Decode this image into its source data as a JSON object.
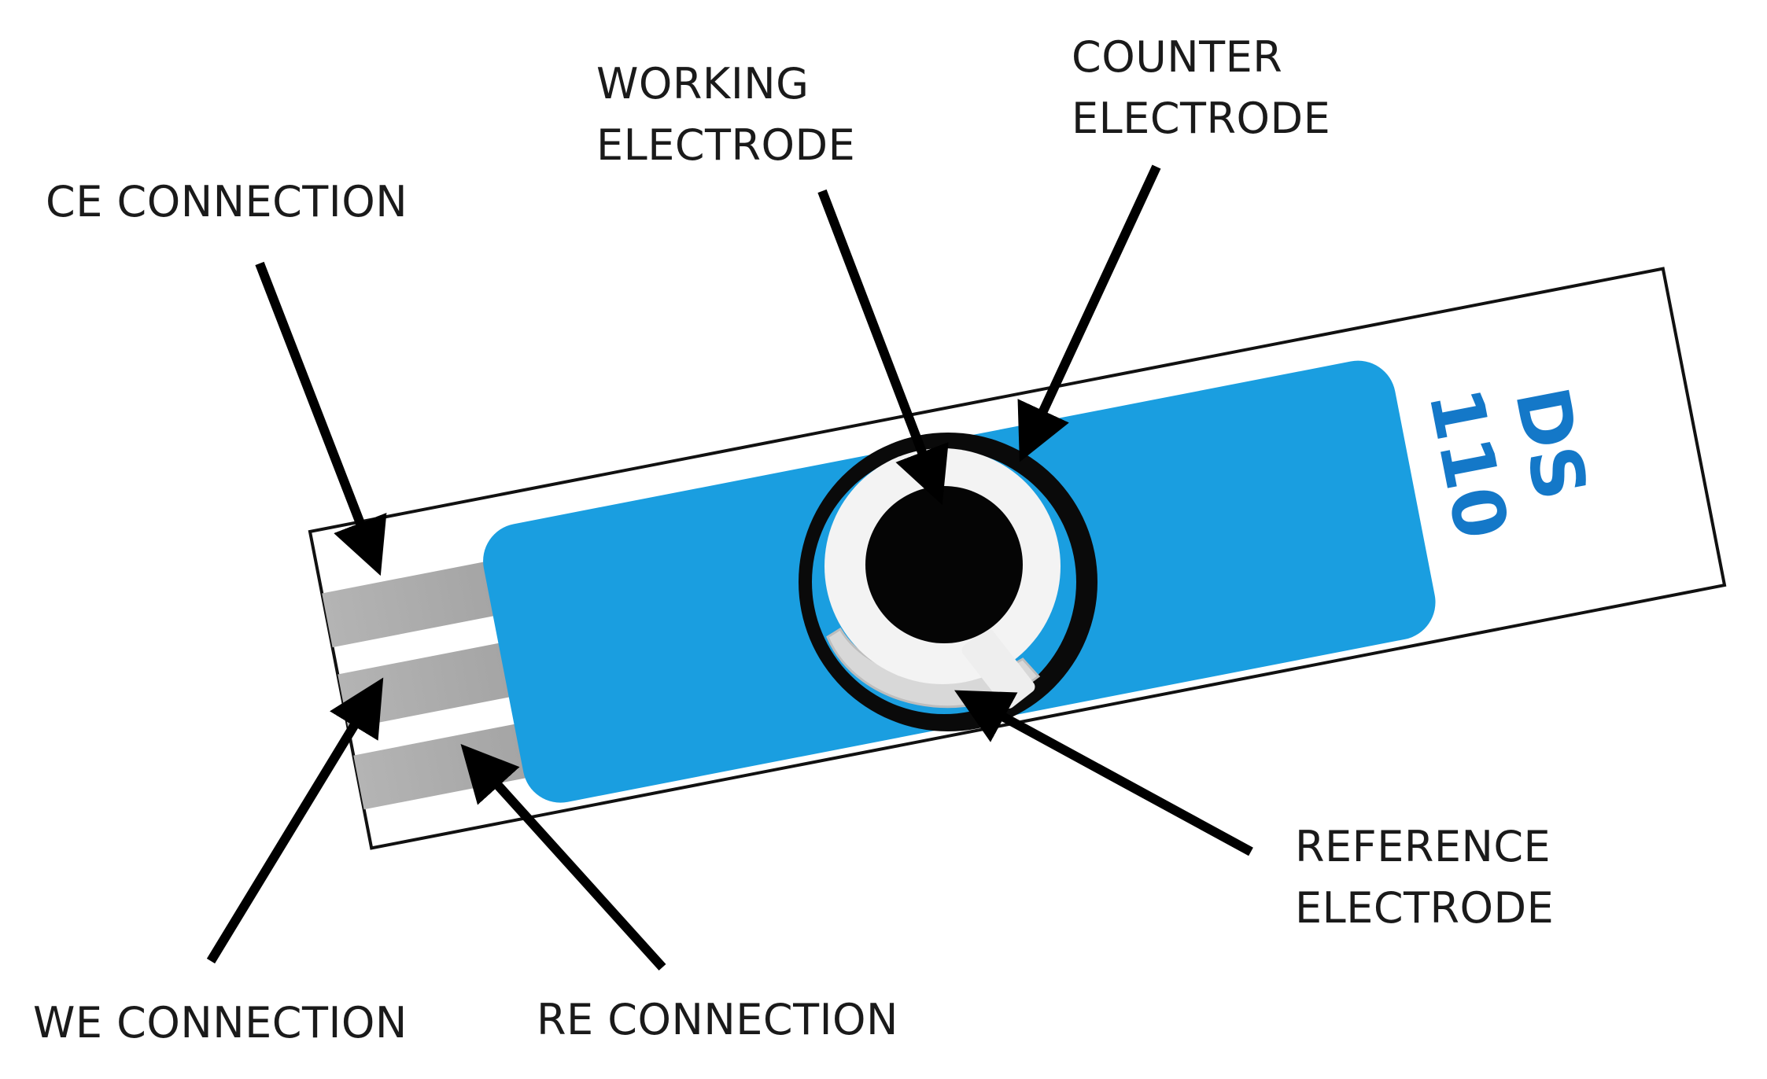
{
  "labels": {
    "working_electrode": [
      "WORKING",
      "ELECTRODE"
    ],
    "counter_electrode": [
      "COUNTER",
      "ELECTRODE"
    ],
    "ce_connection": "CE CONNECTION",
    "we_connection": "WE CONNECTION",
    "re_connection": "RE CONNECTION",
    "reference_electrode": [
      "REFERENCE",
      "ELECTRODE"
    ]
  },
  "strip": {
    "model_line1": "DS",
    "model_line2": "110"
  },
  "colors": {
    "strip_body": "#ffffff",
    "strip_outline": "#111111",
    "sensor_area": "#1a9ee0",
    "contact_pads": "#ababab",
    "electrode_ring": "#0a0a0a",
    "reference_crescent": "#d8d8d8",
    "model_text": "#1478c8",
    "arrows": "#000000"
  }
}
